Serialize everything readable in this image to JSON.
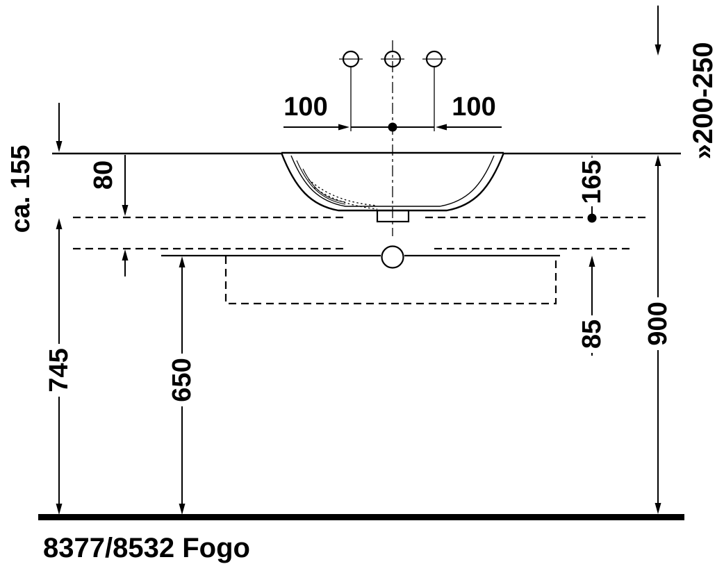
{
  "drawing": {
    "caption": "8377/8532 Fogo",
    "dims": {
      "d100_left": "100",
      "d100_right": "100",
      "ca155": "ca. 155",
      "d80": "80",
      "d745": "745",
      "d650": "650",
      "d165": "165",
      "d85": "85",
      "d900": "900",
      "d200_250": "»200-250"
    },
    "colors": {
      "ink": "#000000",
      "background": "#ffffff"
    }
  }
}
